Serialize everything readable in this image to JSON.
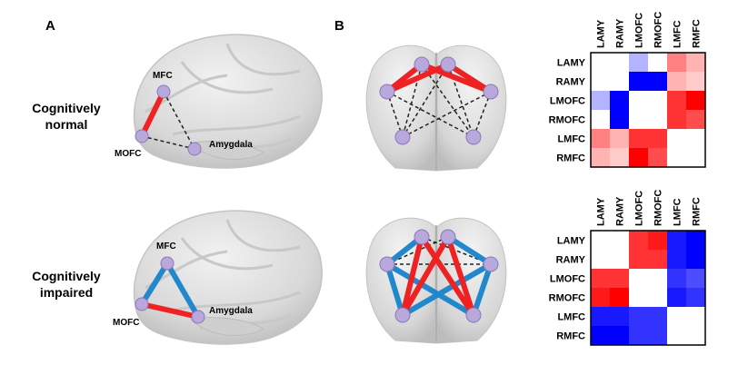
{
  "panels": {
    "a": "A",
    "b": "B"
  },
  "conditions": [
    {
      "line1": "Cognitively",
      "line2": "normal"
    },
    {
      "line1": "Cognitively",
      "line2": "impaired"
    }
  ],
  "nodes": {
    "mfc": "MFC",
    "mofc": "MOFC",
    "amygdala": "Amygdala"
  },
  "regions": [
    "LAMY",
    "RAMY",
    "LMOFC",
    "RMOFC",
    "LMFC",
    "RMFC"
  ],
  "colors": {
    "positive": "#ee2222",
    "negative": "#2288cc",
    "node": "#b8a8dc",
    "brain": "#dcdcdc"
  },
  "lateral_connections": [
    {
      "condition": "Cognitively normal",
      "edges": [
        {
          "from": "MFC",
          "to": "MOFC",
          "style": "positive"
        },
        {
          "from": "MFC",
          "to": "Amygdala",
          "style": "dashed"
        },
        {
          "from": "MOFC",
          "to": "Amygdala",
          "style": "dashed"
        }
      ]
    },
    {
      "condition": "Cognitively impaired",
      "edges": [
        {
          "from": "MFC",
          "to": "MOFC",
          "style": "negative"
        },
        {
          "from": "MFC",
          "to": "Amygdala",
          "style": "negative"
        },
        {
          "from": "MOFC",
          "to": "Amygdala",
          "style": "positive"
        }
      ]
    }
  ],
  "matrices": [
    {
      "condition": "Cognitively normal",
      "values": [
        [
          0,
          0,
          -0.3,
          0,
          0.5,
          0.3
        ],
        [
          0,
          0,
          -1,
          -1,
          0.3,
          0.2
        ],
        [
          -0.3,
          -1,
          0,
          0,
          0.8,
          1
        ],
        [
          0,
          -1,
          0,
          0,
          0.8,
          0.7
        ],
        [
          0.5,
          0.3,
          0.8,
          0.8,
          0,
          0
        ],
        [
          0.3,
          0.2,
          1,
          0.7,
          0,
          0
        ]
      ]
    },
    {
      "condition": "Cognitively impaired",
      "values": [
        [
          0,
          0,
          0.8,
          0.9,
          -0.9,
          -1
        ],
        [
          0,
          0,
          0.8,
          0.8,
          -0.9,
          -1
        ],
        [
          0.8,
          0.8,
          0,
          0,
          -0.8,
          -0.7
        ],
        [
          0.9,
          1,
          0,
          0,
          -0.9,
          -0.8
        ],
        [
          -0.9,
          -0.9,
          -0.8,
          -0.8,
          0,
          0
        ],
        [
          -1,
          -1,
          -0.8,
          -0.8,
          0,
          0
        ]
      ]
    }
  ]
}
